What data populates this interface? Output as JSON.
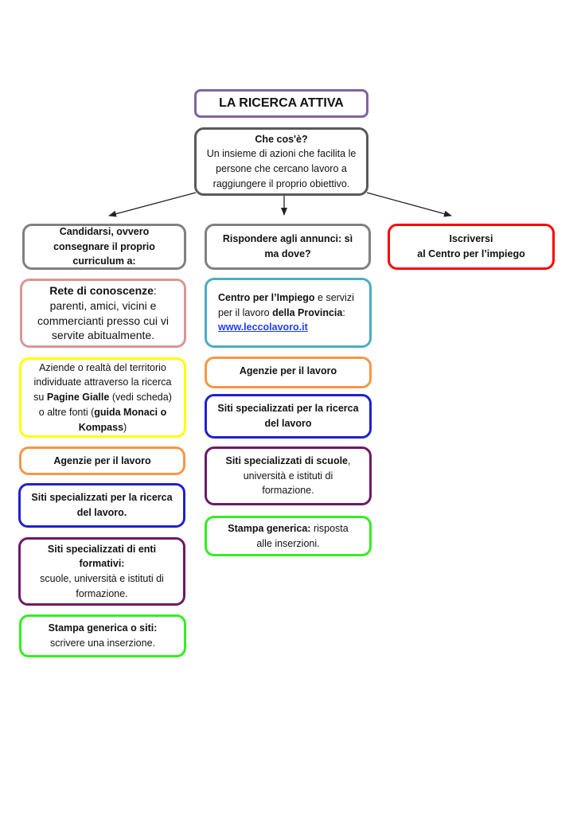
{
  "title": "LA RICERCA ATTIVA",
  "intro": {
    "heading": "Che cos'è?",
    "text": "Un insieme di azioni che facilita le persone che cercano lavoro a raggiungere il proprio obiettivo."
  },
  "branches": {
    "left": "Candidarsi, ovvero consegnare il proprio curriculum a:",
    "middle": "Rispondere agli annunci: sì ma dove?",
    "right_line1": "Iscriversi",
    "right_line2": "al Centro per l’impiego"
  },
  "left_items": {
    "rete_bold": "Rete di conoscenze",
    "rete_text": ": parenti, amici, vicini e commercianti presso cui vi servite abitualmente.",
    "aziende_text1": "Aziende o realtà del territorio individuate attraverso la ricerca su ",
    "aziende_bold1": "Pagine Gialle",
    "aziende_text2": " (vedi scheda) o altre fonti (",
    "aziende_bold2": "guida Monaci o Kompass",
    "aziende_text3": ")",
    "agenzie": "Agenzie per il lavoro",
    "siti_ricerca": "Siti specializzati per la ricerca del lavoro.",
    "siti_enti_bold": "Siti specializzati di enti formativi:",
    "siti_enti_text": "scuole, università e istituti di formazione.",
    "stampa_bold": "Stampa generica o siti:",
    "stampa_text": " scrivere una inserzione."
  },
  "middle_items": {
    "centro_bold1": "Centro per l’Impiego",
    "centro_text1": " e servizi per il lavoro ",
    "centro_bold2": "della Provincia",
    "centro_text2": ":",
    "centro_link": "www.leccolavoro.it",
    "agenzie": "Agenzie per il lavoro",
    "siti_ricerca": "Siti specializzati per la ricerca del lavoro",
    "siti_scuole_bold": "Siti specializzati di scuole",
    "siti_scuole_text": ", università e istituti di formazione.",
    "stampa_bold": "Stampa generica:",
    "stampa_text": " risposta alle inserzioni."
  },
  "colors": {
    "title_border": "#8064a2",
    "arrow": "#222222",
    "link": "#1f3fff"
  }
}
